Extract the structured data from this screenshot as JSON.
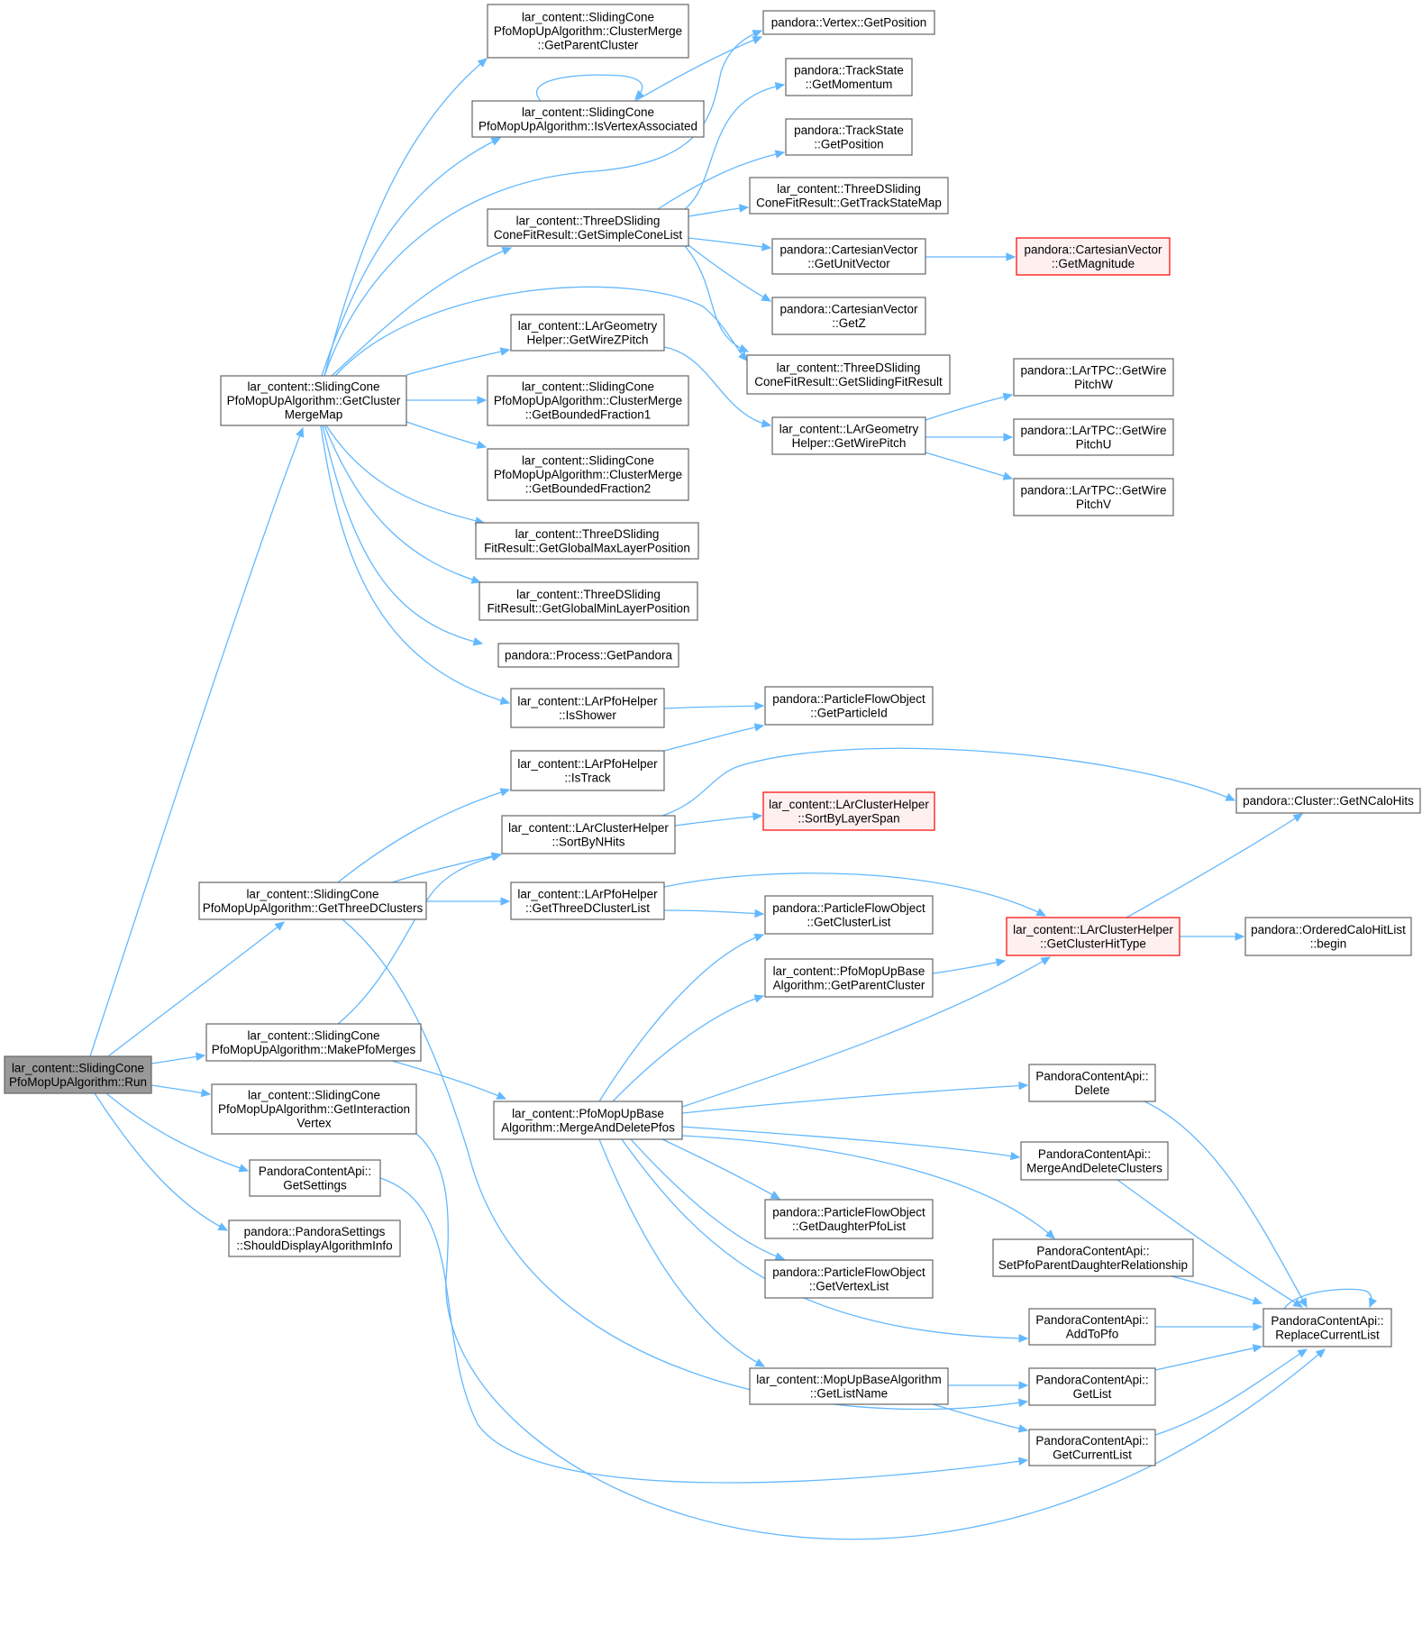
{
  "diagram": {
    "colors": {
      "edge": "#63b8ff",
      "node_border": "#666666",
      "root_fill": "#999999",
      "red_border": "#ff0000",
      "red_fill": "#fff0f0"
    },
    "nodes": [
      {
        "id": "run",
        "lines": [
          "lar_content::SlidingCone",
          "PfoMopUpAlgorithm::Run"
        ],
        "style": "root"
      },
      {
        "id": "getClusterMergeMap",
        "lines": [
          "lar_content::SlidingCone",
          "PfoMopUpAlgorithm::GetCluster",
          "MergeMap"
        ]
      },
      {
        "id": "getThreeDClusters",
        "lines": [
          "lar_content::SlidingCone",
          "PfoMopUpAlgorithm::GetThreeDClusters"
        ]
      },
      {
        "id": "makePfoMerges",
        "lines": [
          "lar_content::SlidingCone",
          "PfoMopUpAlgorithm::MakePfoMerges"
        ]
      },
      {
        "id": "getInteractionVertex",
        "lines": [
          "lar_content::SlidingCone",
          "PfoMopUpAlgorithm::GetInteraction",
          "Vertex"
        ]
      },
      {
        "id": "getSettings",
        "lines": [
          "PandoraContentApi::",
          "GetSettings"
        ]
      },
      {
        "id": "shouldDisplay",
        "lines": [
          "pandora::PandoraSettings",
          "::ShouldDisplayAlgorithmInfo"
        ]
      },
      {
        "id": "getParentCluster1",
        "lines": [
          "lar_content::SlidingCone",
          "PfoMopUpAlgorithm::ClusterMerge",
          "::GetParentCluster"
        ]
      },
      {
        "id": "isVertexAssociated",
        "lines": [
          "lar_content::SlidingCone",
          "PfoMopUpAlgorithm::IsVertexAssociated"
        ]
      },
      {
        "id": "getSimpleConeList",
        "lines": [
          "lar_content::ThreeDSliding",
          "ConeFitResult::GetSimpleConeList"
        ]
      },
      {
        "id": "getWireZPitch",
        "lines": [
          "lar_content::LArGeometry",
          "Helper::GetWireZPitch"
        ]
      },
      {
        "id": "getBoundedFraction1",
        "lines": [
          "lar_content::SlidingCone",
          "PfoMopUpAlgorithm::ClusterMerge",
          "::GetBoundedFraction1"
        ]
      },
      {
        "id": "getBoundedFraction2",
        "lines": [
          "lar_content::SlidingCone",
          "PfoMopUpAlgorithm::ClusterMerge",
          "::GetBoundedFraction2"
        ]
      },
      {
        "id": "getGlobalMax",
        "lines": [
          "lar_content::ThreeDSliding",
          "FitResult::GetGlobalMaxLayerPosition"
        ]
      },
      {
        "id": "getGlobalMin",
        "lines": [
          "lar_content::ThreeDSliding",
          "FitResult::GetGlobalMinLayerPosition"
        ]
      },
      {
        "id": "getPandora",
        "lines": [
          "pandora::Process::GetPandora"
        ]
      },
      {
        "id": "isShower",
        "lines": [
          "lar_content::LArPfoHelper",
          "::IsShower"
        ]
      },
      {
        "id": "isTrack",
        "lines": [
          "lar_content::LArPfoHelper",
          "::IsTrack"
        ]
      },
      {
        "id": "sortByNHits",
        "lines": [
          "lar_content::LArClusterHelper",
          "::SortByNHits"
        ]
      },
      {
        "id": "getThreeDClusterList",
        "lines": [
          "lar_content::LArPfoHelper",
          "::GetThreeDClusterList"
        ]
      },
      {
        "id": "mergeAndDeletePfos",
        "lines": [
          "lar_content::PfoMopUpBase",
          "Algorithm::MergeAndDeletePfos"
        ]
      },
      {
        "id": "vertexGetPosition",
        "lines": [
          "pandora::Vertex::GetPosition"
        ]
      },
      {
        "id": "trackGetMomentum",
        "lines": [
          "pandora::TrackState",
          "::GetMomentum"
        ]
      },
      {
        "id": "trackGetPosition",
        "lines": [
          "pandora::TrackState",
          "::GetPosition"
        ]
      },
      {
        "id": "getTrackStateMap",
        "lines": [
          "lar_content::ThreeDSliding",
          "ConeFitResult::GetTrackStateMap"
        ]
      },
      {
        "id": "getUnitVector",
        "lines": [
          "pandora::CartesianVector",
          "::GetUnitVector"
        ]
      },
      {
        "id": "getZ",
        "lines": [
          "pandora::CartesianVector",
          "::GetZ"
        ]
      },
      {
        "id": "getSlidingFitResult",
        "lines": [
          "lar_content::ThreeDSliding",
          "ConeFitResult::GetSlidingFitResult"
        ]
      },
      {
        "id": "getWirePitch",
        "lines": [
          "lar_content::LArGeometry",
          "Helper::GetWirePitch"
        ]
      },
      {
        "id": "getParticleId",
        "lines": [
          "pandora::ParticleFlowObject",
          "::GetParticleId"
        ]
      },
      {
        "id": "sortByLayerSpan",
        "lines": [
          "lar_content::LArClusterHelper",
          "::SortByLayerSpan"
        ],
        "style": "red"
      },
      {
        "id": "getClusterList",
        "lines": [
          "pandora::ParticleFlowObject",
          "::GetClusterList"
        ]
      },
      {
        "id": "getParentCluster2",
        "lines": [
          "lar_content::PfoMopUpBase",
          "Algorithm::GetParentCluster"
        ]
      },
      {
        "id": "getDaughterPfoList",
        "lines": [
          "pandora::ParticleFlowObject",
          "::GetDaughterPfoList"
        ]
      },
      {
        "id": "getVertexList",
        "lines": [
          "pandora::ParticleFlowObject",
          "::GetVertexList"
        ]
      },
      {
        "id": "getListName",
        "lines": [
          "lar_content::MopUpBaseAlgorithm",
          "::GetListName"
        ]
      },
      {
        "id": "getMagnitude",
        "lines": [
          "pandora::CartesianVector",
          "::GetMagnitude"
        ],
        "style": "red"
      },
      {
        "id": "pitchW",
        "lines": [
          "pandora::LArTPC::GetWire",
          "PitchW"
        ]
      },
      {
        "id": "pitchU",
        "lines": [
          "pandora::LArTPC::GetWire",
          "PitchU"
        ]
      },
      {
        "id": "pitchV",
        "lines": [
          "pandora::LArTPC::GetWire",
          "PitchV"
        ]
      },
      {
        "id": "getClusterHitType",
        "lines": [
          "lar_content::LArClusterHelper",
          "::GetClusterHitType"
        ],
        "style": "red"
      },
      {
        "id": "apiDelete",
        "lines": [
          "PandoraContentApi::",
          "Delete"
        ]
      },
      {
        "id": "mergeAndDeleteClusters",
        "lines": [
          "PandoraContentApi::",
          "MergeAndDeleteClusters"
        ]
      },
      {
        "id": "setPfoParent",
        "lines": [
          "PandoraContentApi::",
          "SetPfoParentDaughterRelationship"
        ]
      },
      {
        "id": "addToPfo",
        "lines": [
          "PandoraContentApi::",
          "AddToPfo"
        ]
      },
      {
        "id": "getList",
        "lines": [
          "PandoraContentApi::",
          "GetList"
        ]
      },
      {
        "id": "getCurrentList",
        "lines": [
          "PandoraContentApi::",
          "GetCurrentList"
        ]
      },
      {
        "id": "getNCaloHits",
        "lines": [
          "pandora::Cluster::GetNCaloHits"
        ]
      },
      {
        "id": "orderedBegin",
        "lines": [
          "pandora::OrderedCaloHitList",
          "::begin"
        ]
      },
      {
        "id": "replaceCurrentList",
        "lines": [
          "PandoraContentApi::",
          "ReplaceCurrentList"
        ]
      }
    ]
  }
}
